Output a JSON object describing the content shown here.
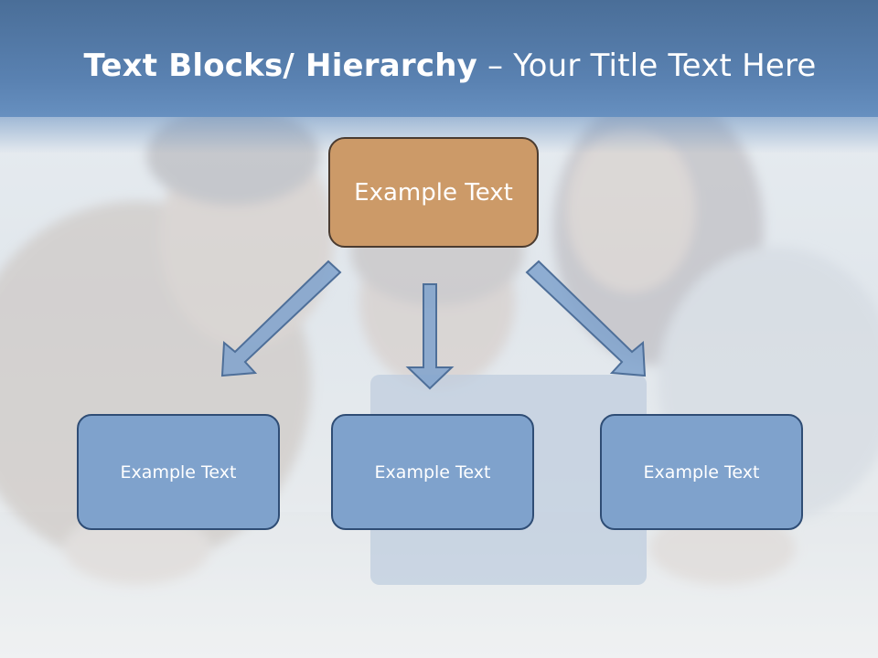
{
  "title": {
    "bold": "Text Blocks/ Hierarchy",
    "regular": " – Your Title Text Here"
  },
  "hierarchy": {
    "top": "Example Text",
    "children": [
      "Example Text",
      "Example Text",
      "Example Text"
    ]
  },
  "colors": {
    "header": "#5a82b2",
    "top_box": "#cc9a68",
    "child_box": "#7fa2cc",
    "arrow": "#7fa2cc",
    "arrow_stroke": "#4e6f99"
  }
}
